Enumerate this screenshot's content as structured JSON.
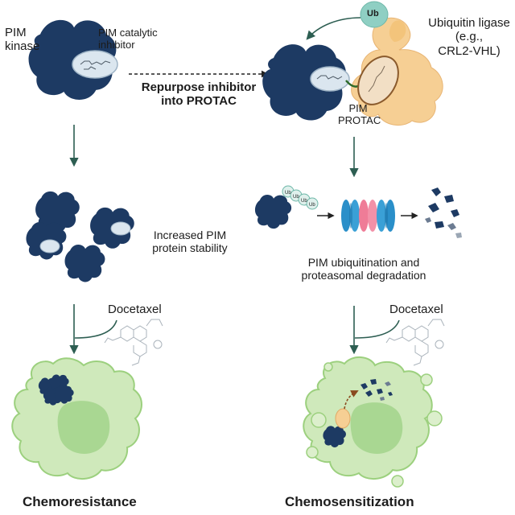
{
  "left": {
    "kinase_label": "PIM\nkinase",
    "inhibitor_label": "PIM catalytic\ninhibitor",
    "stability_label": "Increased PIM\nprotein stability",
    "drug_label": "Docetaxel",
    "outcome": "Chemoresistance"
  },
  "middle": {
    "repurpose_label": "Repurpose inhibitor\ninto PROTAC"
  },
  "right": {
    "ub_label": "Ub",
    "ligase_label": "Ubiquitin ligase\n(e.g.,\nCRL2-VHL)",
    "protac_label": "PIM\nPROTAC",
    "ub_chain": [
      "Ub",
      "Ub",
      "Ub",
      "Ub"
    ],
    "degradation_label": "PIM ubiquitination and\nproteasomal degradation",
    "drug_label": "Docetaxel",
    "outcome": "Chemosensitization"
  },
  "colors": {
    "kinase": "#1d3a63",
    "arrow": "#2d5e52",
    "cell_fill": "#cfe9bb",
    "cell_outline": "#9cd07e",
    "nucleus": "#a9d792",
    "ligase": "#f6cf94",
    "ub": "#8fcfc3",
    "protac_link": "#2f6b2a",
    "proteasome_blue": "#2a8fc9",
    "proteasome_pink": "#ef7c97",
    "degrade_arrow": "#8a4a1f"
  }
}
